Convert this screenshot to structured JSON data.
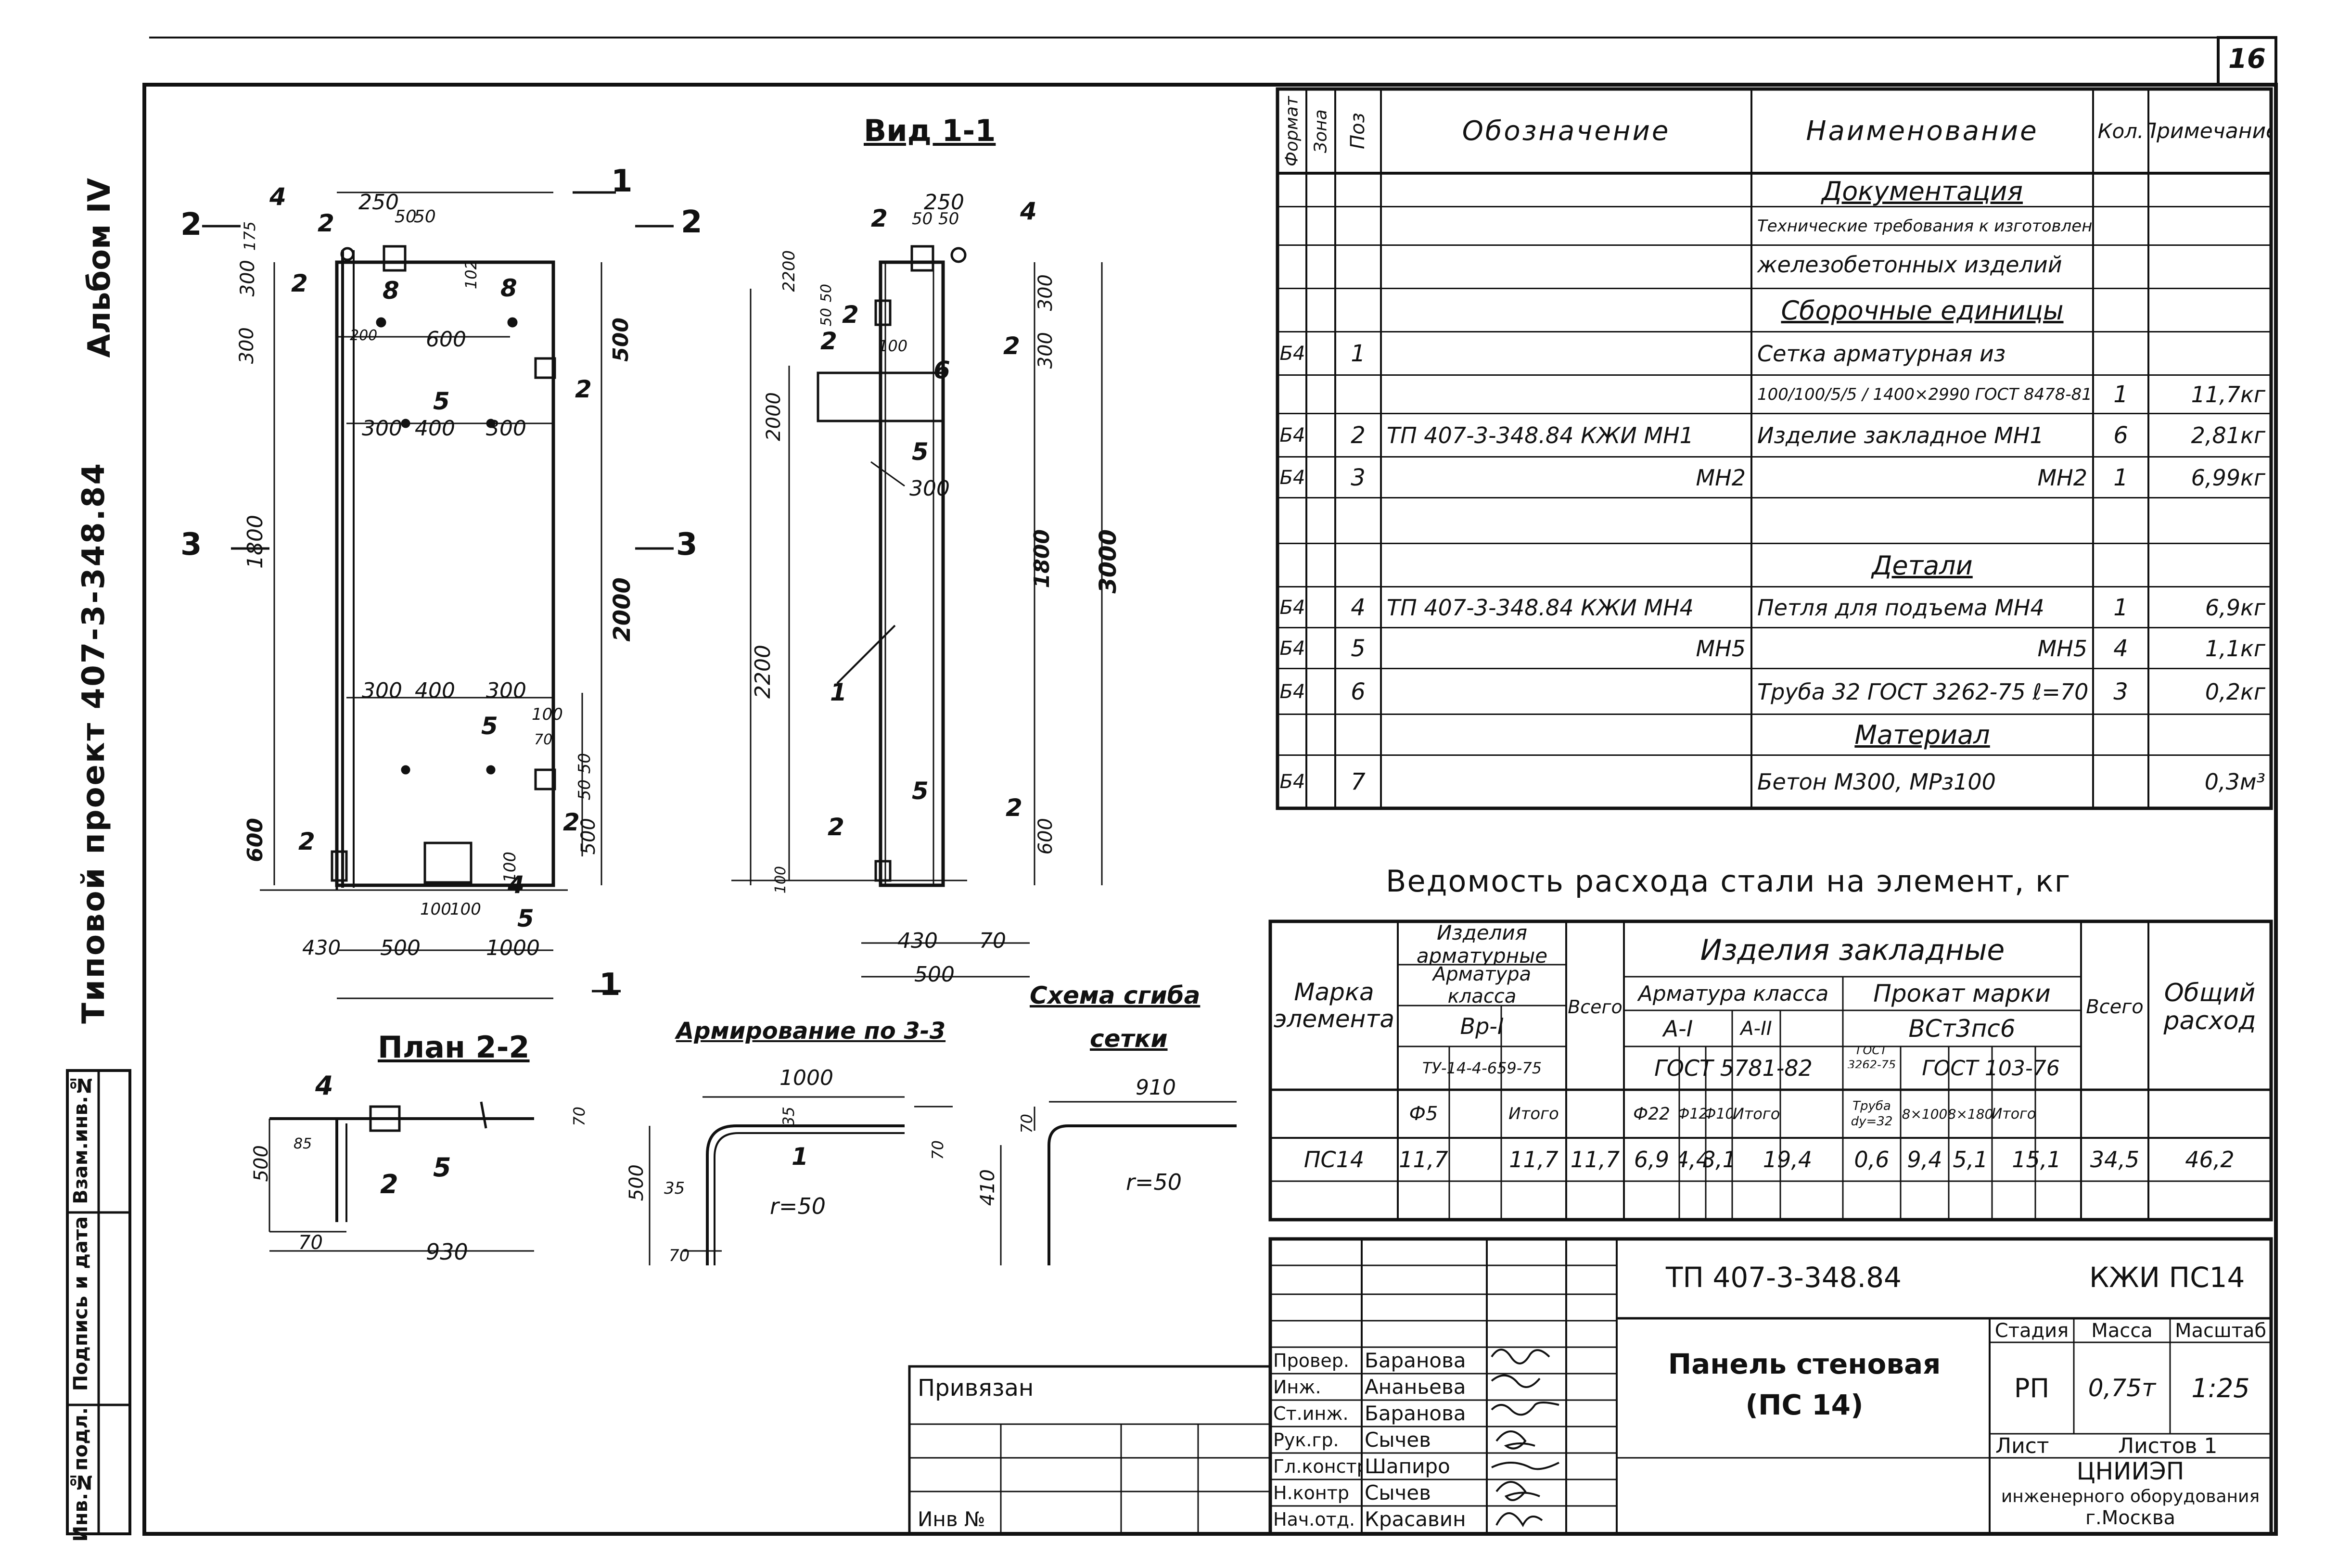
{
  "page_number": "16",
  "album": "Альбом IV",
  "project": "Типовой проект 407-3-348.84",
  "side_stamps": [
    "Инв.№подл.",
    "Подпись и дата",
    "Взам.инв.№"
  ],
  "drawing": {
    "view_title": "Вид 1-1",
    "plan_title": "План 2-2",
    "reinforcement_title": "Армирование по 3-3",
    "bend_title_line1": "Схема сгиба",
    "bend_title_line2": "сетки",
    "section_marks": [
      "1",
      "2",
      "3"
    ],
    "front_dims": [
      "250",
      "50",
      "50",
      "175",
      "300",
      "102",
      "300",
      "200",
      "600",
      "500",
      "300",
      "400",
      "300",
      "1800",
      "2000",
      "300",
      "400",
      "300",
      "100",
      "50",
      "50",
      "600",
      "500",
      "100",
      "100",
      "100",
      "70",
      "430",
      "500",
      "1000"
    ],
    "front_pos": [
      "4",
      "2",
      "2",
      "8",
      "8",
      "2",
      "5",
      "5",
      "2",
      "2",
      "4",
      "5"
    ],
    "side_dims": [
      "250",
      "50",
      "50",
      "2200",
      "50",
      "50",
      "100",
      "300",
      "300",
      "2000",
      "300",
      "1800",
      "3000",
      "2200",
      "600",
      "100",
      "430",
      "70",
      "500"
    ],
    "side_pos": [
      "2",
      "4",
      "2",
      "2",
      "6",
      "2",
      "5",
      "1",
      "5",
      "2",
      "2"
    ],
    "plan_dims": [
      "500",
      "85",
      "70",
      "930",
      "70"
    ],
    "plan_pos": [
      "4",
      "5",
      "2"
    ],
    "reinf_dims": [
      "1000",
      "35",
      "70",
      "500",
      "35",
      "70",
      "r=50"
    ],
    "reinf_pos": [
      "1"
    ],
    "bend_dims": [
      "910",
      "70",
      "410",
      "r=50"
    ]
  },
  "spec_table": {
    "headers": [
      "Формат",
      "Зона",
      "Поз",
      "Обозначение",
      "Наименование",
      "Кол.",
      "Примечание"
    ],
    "rows": [
      {
        "fmt": "",
        "pos": "",
        "designation": "",
        "name": "Документация",
        "qty": "",
        "note": "",
        "section": true
      },
      {
        "fmt": "",
        "pos": "",
        "designation": "",
        "name": "Технические требования к изготовлению сборных",
        "qty": "",
        "note": ""
      },
      {
        "fmt": "",
        "pos": "",
        "designation": "",
        "name": "железобетонных изделий",
        "qty": "",
        "note": ""
      },
      {
        "fmt": "",
        "pos": "",
        "designation": "",
        "name": "Сборочные единицы",
        "qty": "",
        "note": "",
        "section": true
      },
      {
        "fmt": "Б4",
        "pos": "1",
        "designation": "",
        "name": "Сетка арматурная из",
        "qty": "",
        "note": ""
      },
      {
        "fmt": "",
        "pos": "",
        "designation": "",
        "name": "100/100/5/5 / 1400×2990  ГОСТ 8478-81",
        "qty": "1",
        "note": "11,7кг"
      },
      {
        "fmt": "Б4",
        "pos": "2",
        "designation": "ТП 407-3-348.84 КЖИ МН1",
        "name": "Изделие закладное МН1",
        "qty": "6",
        "note": "2,81кг"
      },
      {
        "fmt": "Б4",
        "pos": "3",
        "designation": "МН2",
        "name": "МН2",
        "qty": "1",
        "note": "6,99кг"
      },
      {
        "fmt": "",
        "pos": "",
        "designation": "",
        "name": "",
        "qty": "",
        "note": ""
      },
      {
        "fmt": "",
        "pos": "",
        "designation": "",
        "name": "Детали",
        "qty": "",
        "note": "",
        "section": true
      },
      {
        "fmt": "Б4",
        "pos": "4",
        "designation": "ТП 407-3-348.84 КЖИ МН4",
        "name": "Петля для подъема МН4",
        "qty": "1",
        "note": "6,9кг"
      },
      {
        "fmt": "Б4",
        "pos": "5",
        "designation": "МН5",
        "name": "МН5",
        "qty": "4",
        "note": "1,1кг"
      },
      {
        "fmt": "Б4",
        "pos": "6",
        "designation": "",
        "name": "Труба 32 ГОСТ 3262-75  ℓ=70",
        "qty": "3",
        "note": "0,2кг"
      },
      {
        "fmt": "",
        "pos": "",
        "designation": "",
        "name": "Материал",
        "qty": "",
        "note": "",
        "section": true
      },
      {
        "fmt": "Б4",
        "pos": "7",
        "designation": "",
        "name": "Бетон М300, МРз100",
        "qty": "",
        "note": "0,3м³"
      }
    ]
  },
  "steel_table": {
    "title": "Ведомость расхода стали на элемент, кг",
    "h_mark": "Марка элемента",
    "h_arm": "Изделия арматурные",
    "h_arm_class": "Арматура класса",
    "h_bp": "Вр-I",
    "h_tu": "ТУ-14-4-659-75",
    "h_f5": "Ф5",
    "h_itogo": "Итого",
    "h_vsego": "Всего",
    "h_zakl": "Изделия закладные",
    "h_arm_cls2": "Арматура класса",
    "h_prokat": "Прокат марки",
    "h_a1": "А-I",
    "h_a2": "А-II",
    "h_gost5781": "ГОСТ 5781-82",
    "h_f22": "Ф22",
    "h_f12": "Ф12",
    "h_f10": "Ф10",
    "h_itogo2": "Итого",
    "h_vst": "ВСт3пс6",
    "h_gost3262": "ГОСТ 3262-75",
    "h_truba": "Труба dy=32",
    "h_gost103": "ГОСТ 103-76",
    "h_8x100": "8×100",
    "h_8x180": "8×180",
    "h_itogo3": "Итого",
    "h_vsego2": "Всего",
    "h_total": "Общий расход",
    "row": [
      "ПС14",
      "11,7",
      "",
      "11,7",
      "11,7",
      "6,9",
      "4,4",
      "8,1",
      "19,4",
      "0,6",
      "9,4",
      "5,1",
      "15,1",
      "34,5",
      "46,2"
    ]
  },
  "title_block": {
    "code": "ТП 407-3-348.84",
    "sheet_code": "КЖИ ПС14",
    "name_line1": "Панель стеновая",
    "name_line2": "(ПС 14)",
    "stage_label": "Стадия",
    "mass_label": "Масса",
    "scale_label": "Масштаб",
    "stage": "РП",
    "mass": "0,75т",
    "scale": "1:25",
    "sheet_label": "Лист",
    "sheets_label": "Листов 1",
    "org1": "ЦНИИЭП",
    "org2": "инженерного оборудования",
    "org3": "г.Москва",
    "privyazan": "Привязан",
    "inv": "Инв №",
    "signers": [
      {
        "role": "Провер.",
        "name": "Баранова"
      },
      {
        "role": "Инж.",
        "name": "Ананьева"
      },
      {
        "role": "Ст.инж.",
        "name": "Баранова"
      },
      {
        "role": "Рук.гр.",
        "name": "Сычев"
      },
      {
        "role": "Гл.констр",
        "name": "Шапиро"
      },
      {
        "role": "Н.контр",
        "name": "Сычев"
      },
      {
        "role": "Нач.отд.",
        "name": "Красавин"
      }
    ]
  }
}
